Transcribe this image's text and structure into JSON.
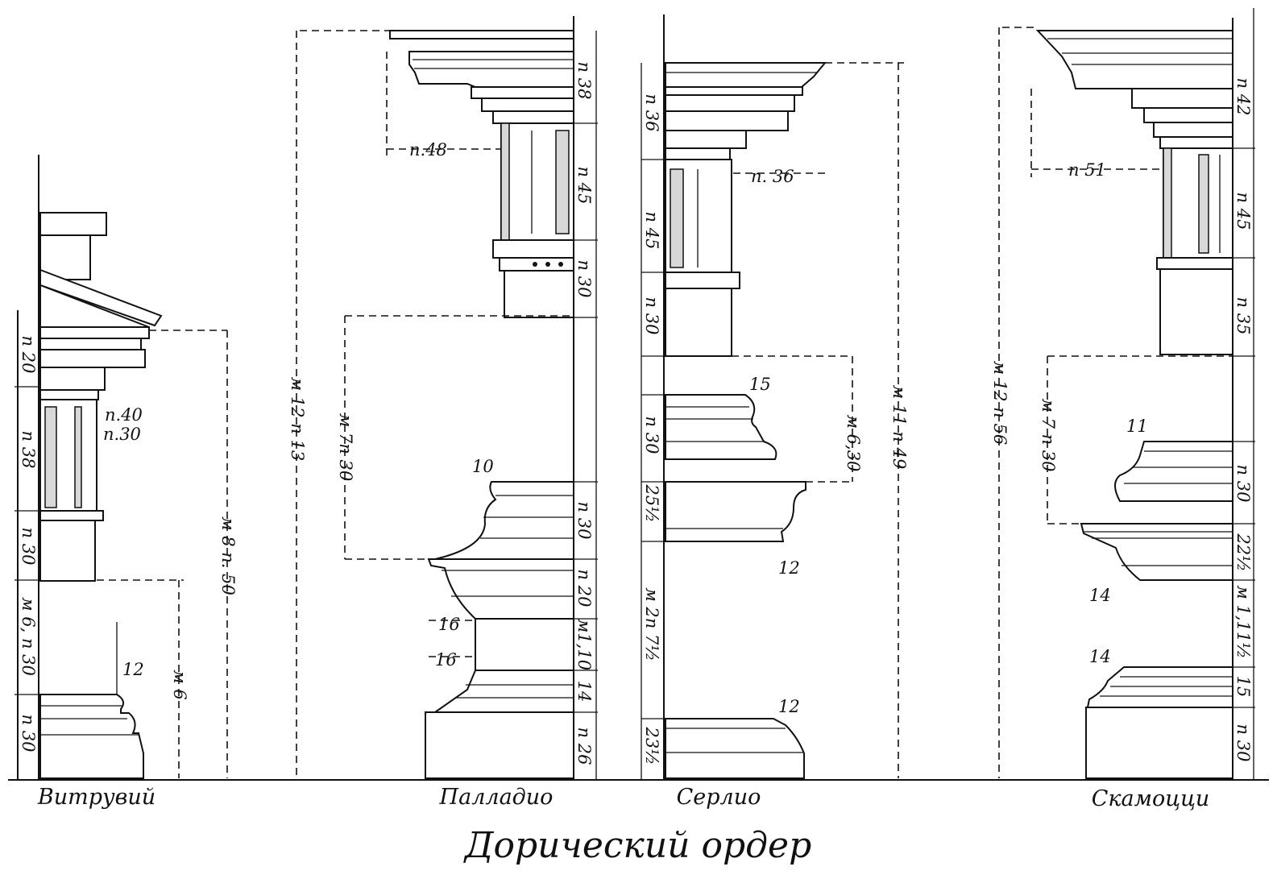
{
  "title": "Дорический ордер",
  "orders": [
    {
      "name": "Витрувий",
      "segments": [
        "п 20",
        "п 38",
        "п 30",
        "м 6, п 30",
        "п 30"
      ],
      "dims": [
        "п.40",
        "п.30",
        "12",
        "м 8 п. 50",
        "м 6"
      ]
    },
    {
      "name": "Палладио",
      "segments": [
        "п 38",
        "п 45",
        "п 30",
        "п 30",
        "п 20",
        "м1,10",
        "14",
        "п 26"
      ],
      "dims": [
        "п.48",
        "м 12 п 13",
        "м 7п 30",
        "10",
        "16",
        "16"
      ]
    },
    {
      "name": "Серлио",
      "segments": [
        "п 36",
        "п 45",
        "п 30",
        "п 30",
        "25½",
        "м 2п 7½",
        "23½"
      ],
      "dims": [
        "п. 36",
        "15",
        "м 6,30",
        "м 11 п 49",
        "12",
        "12"
      ]
    },
    {
      "name": "Скамоцци",
      "segments": [
        "п 42",
        "п 45",
        "п 35",
        "п 30",
        "22½",
        "м 1,11½",
        "15",
        "п 30"
      ],
      "dims": [
        "п 51",
        "м 12 п 56",
        "м 7 п 30",
        "11",
        "14",
        "14"
      ]
    }
  ]
}
